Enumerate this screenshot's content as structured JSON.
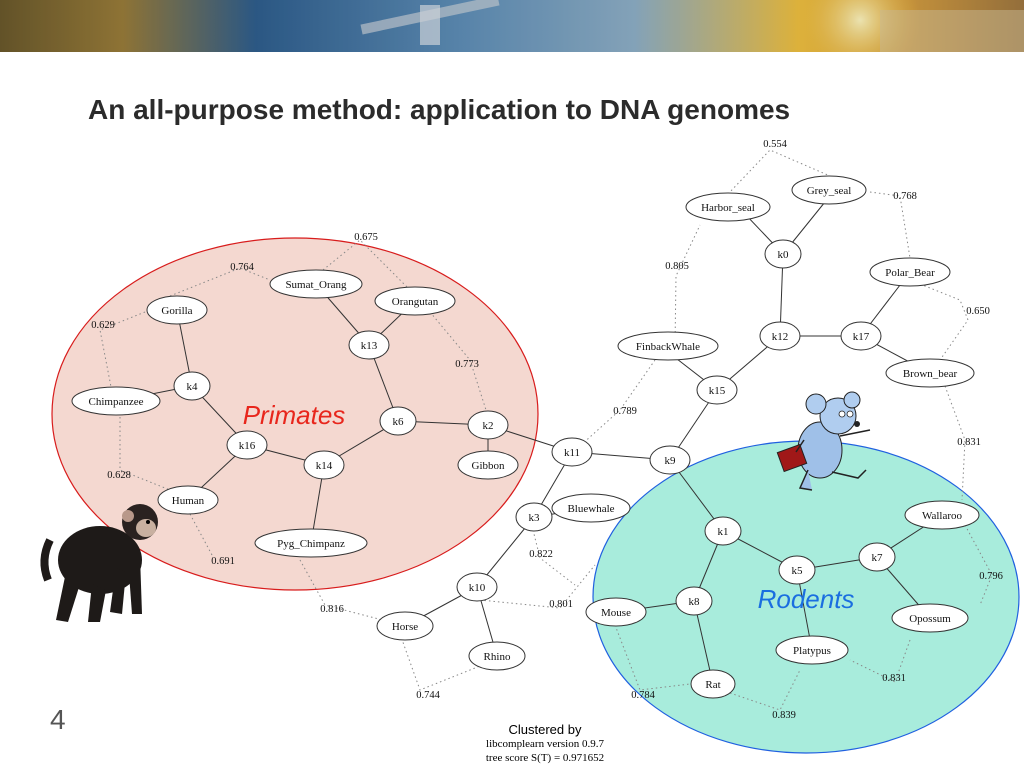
{
  "title": "An all-purpose method: application to DNA genomes",
  "groups": {
    "primates": {
      "label": "Primates",
      "color": "#e8261c"
    },
    "rodents": {
      "label": "Rodents",
      "color": "#1a6ee0"
    }
  },
  "nodes": {
    "harbor_seal": "Harbor_seal",
    "grey_seal": "Grey_seal",
    "k0": "k0",
    "polar_bear": "Polar_Bear",
    "k12": "k12",
    "k17": "k17",
    "finback_whale": "FinbackWhale",
    "brown_bear": "Brown_bear",
    "k15": "k15",
    "sumat_orang": "Sumat_Orang",
    "orangutan": "Orangutan",
    "gorilla": "Gorilla",
    "k13": "k13",
    "chimpanzee": "Chimpanzee",
    "k4": "k4",
    "k6": "k6",
    "k2": "k2",
    "k16": "k16",
    "k14": "k14",
    "k11": "k11",
    "k9": "k9",
    "gibbon": "Gibbon",
    "human": "Human",
    "bluewhale": "Bluewhale",
    "k3": "k3",
    "wallaroo": "Wallaroo",
    "k1": "k1",
    "pyg_chimpanz": "Pyg_Chimpanz",
    "k7": "k7",
    "k5": "k5",
    "k10": "k10",
    "mouse": "Mouse",
    "k8": "k8",
    "horse": "Horse",
    "opossum": "Opossum",
    "platypus": "Platypus",
    "rhino": "Rhino",
    "rat": "Rat"
  },
  "edge_labels": {
    "l0554": "0.554",
    "l0768": "0.768",
    "l0805": "0.805",
    "l0650": "0.650",
    "l0675": "0.675",
    "l0764": "0.764",
    "l0629": "0.629",
    "l0773": "0.773",
    "l0789": "0.789",
    "l0831a": "0.831",
    "l0628": "0.628",
    "l0822": "0.822",
    "l0691": "0.691",
    "l0796": "0.796",
    "l0816": "0.816",
    "l0801": "0.801",
    "l0831b": "0.831",
    "l0744": "0.744",
    "l0784": "0.784",
    "l0839": "0.839"
  },
  "footer": {
    "clustered_by": "Clustered by",
    "version": "libcomplearn version 0.9.7",
    "score": "tree score S(T) = 0.971652"
  },
  "page_number": "4"
}
